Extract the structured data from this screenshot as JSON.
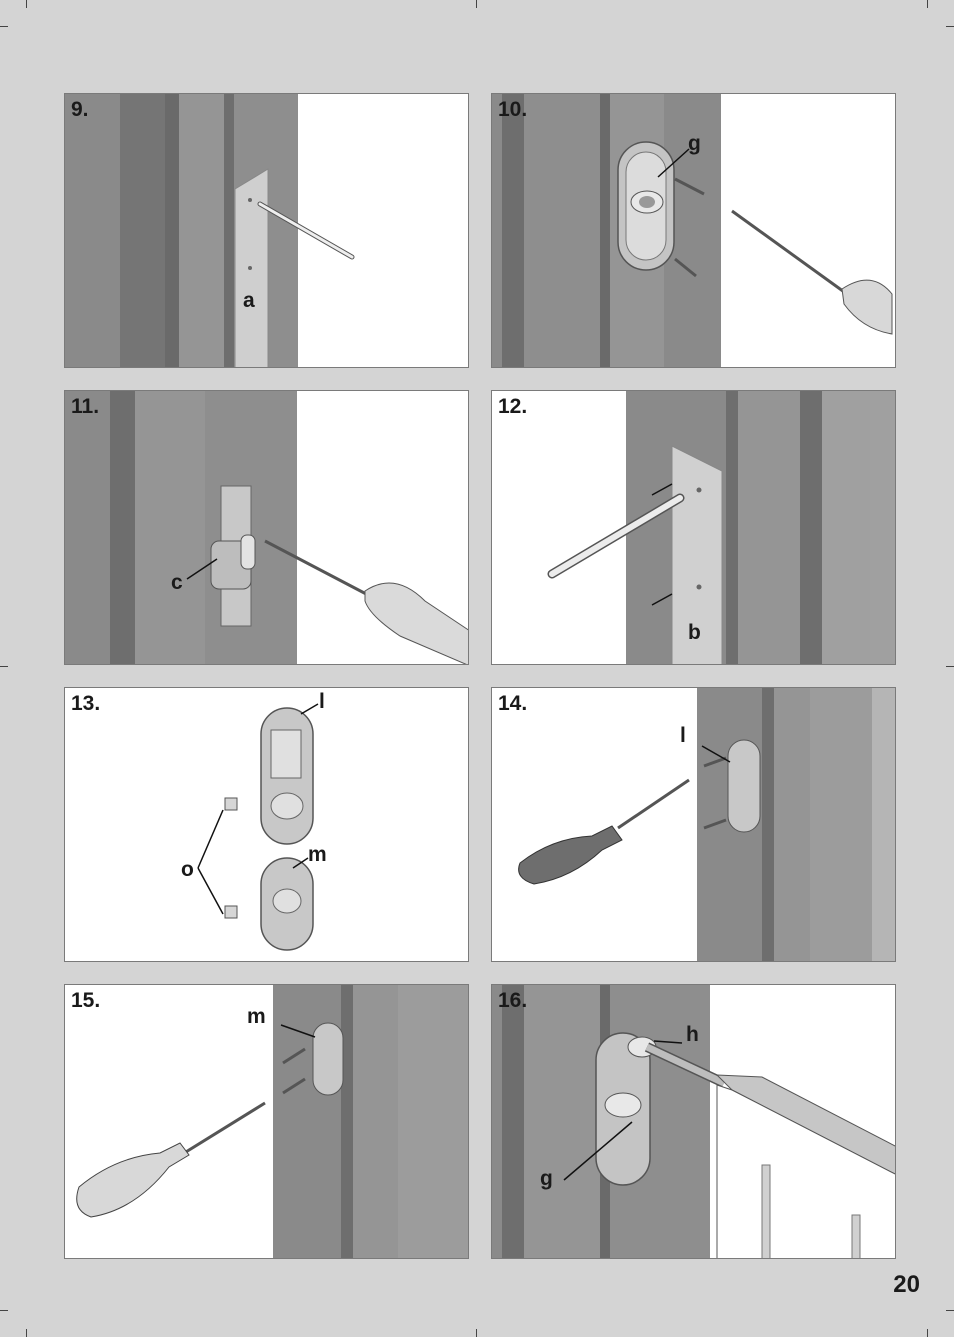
{
  "page_number": "20",
  "colors": {
    "background": "#d4d4d4",
    "frame_dark": "#707070",
    "frame_mid": "#8e8e8e",
    "frame_light": "#a8a8a8",
    "plate": "#c8c8c8"
  },
  "panels": [
    {
      "step": "9.",
      "labels": [
        "a"
      ]
    },
    {
      "step": "10.",
      "labels": [
        "g"
      ]
    },
    {
      "step": "11.",
      "labels": [
        "c"
      ]
    },
    {
      "step": "12.",
      "labels": [
        "b"
      ]
    },
    {
      "step": "13.",
      "labels": [
        "l",
        "m",
        "o"
      ]
    },
    {
      "step": "14.",
      "labels": [
        "l"
      ]
    },
    {
      "step": "15.",
      "labels": [
        "m"
      ]
    },
    {
      "step": "16.",
      "labels": [
        "h",
        "g"
      ]
    }
  ]
}
